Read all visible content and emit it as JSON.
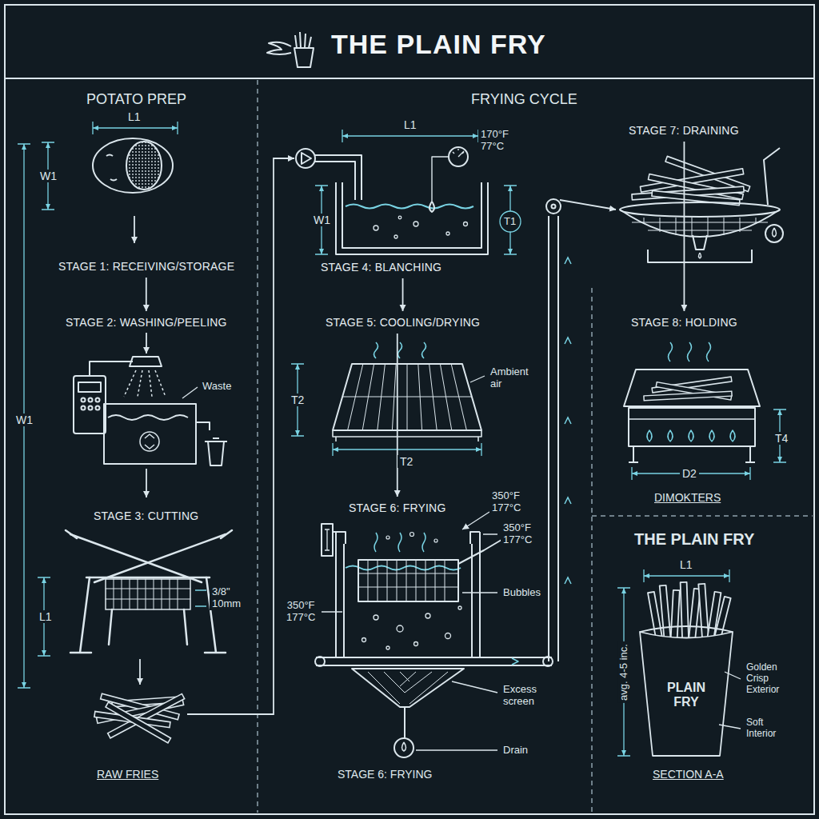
{
  "diagram": {
    "title": "THE PLAIN FRY",
    "nodes": [
      {
        "text": [
          "STAGE 1: RECEIVING/STORAGE"
        ]
      },
      {
        "text": [
          "STAGE 2: WASHING/PEELING"
        ]
      },
      {
        "text": [
          "STAGE 3: CUTTING"
        ]
      },
      {
        "text": [
          "STAGE 4: BLANCHING"
        ]
      },
      {
        "text": [
          "STAGE 5: COOLING/DRYING"
        ]
      },
      {
        "text": [
          "STAGE 6: FRYING"
        ]
      },
      {
        "text": [
          "STAGE 7: DRAINING"
        ]
      },
      {
        "text": [
          "STAGE 8: HOLDING"
        ]
      }
    ],
    "edges": [
      {
        "from": 0,
        "to": 1,
        "arrow": "to"
      },
      {
        "from": 3,
        "to": 4,
        "arrow": "to"
      },
      {
        "from": 4,
        "to": 5,
        "arrow": "to"
      },
      {
        "from": 6,
        "to": 7,
        "arrow": "to"
      }
    ],
    "labels": [
      "POTATO PREP",
      "L1",
      "W1",
      "W1",
      "Waste",
      "3/8\" 10mm",
      "L1",
      "RAW FRIES",
      "FRYING CYCLE",
      "L1",
      "170°F 77°C",
      "W1",
      "T1",
      "Ambient air",
      "T2",
      "T2",
      "350°F 177°C",
      "350°F 177°C",
      "350°F 177°C",
      "Bubbles",
      "Excess screen",
      "Drain",
      "STAGE 6: FRYING",
      "T4",
      "D2",
      "DIMOKTERS",
      "THE PLAIN FRY",
      "L1",
      "avg. 4-5 inc.",
      "PLAIN FRY",
      "Golden Crisp Exterior",
      "Soft Interior",
      "SECTION A-A"
    ]
  }
}
